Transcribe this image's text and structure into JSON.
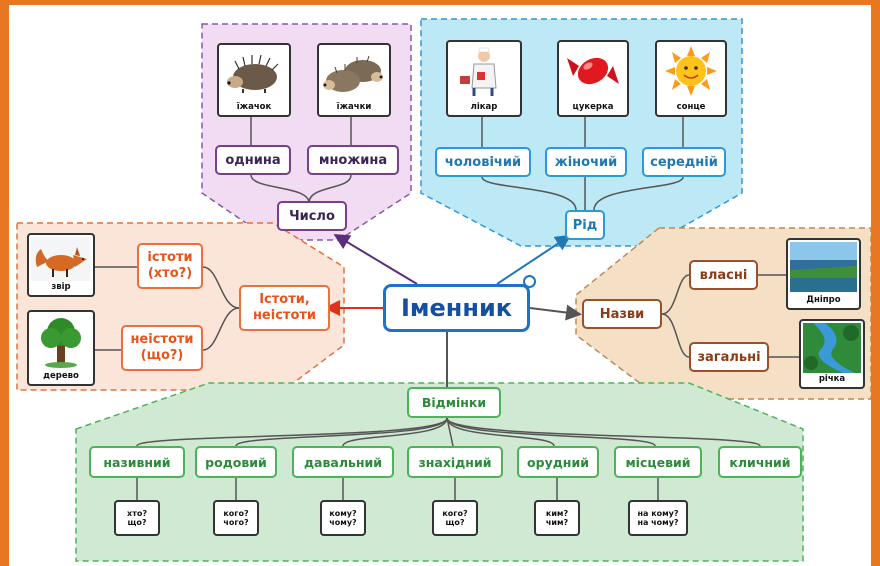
{
  "colors": {
    "frame": "#e87722",
    "center": "#1e73c8",
    "number_group": "#7a3e8f",
    "gender_group": "#2b9ad7",
    "animacy_group": "#e8703a",
    "names_group": "#9a4f2d",
    "cases_group": "#4fb25a"
  },
  "center": {
    "label": "Іменник"
  },
  "number": {
    "title": "Число",
    "singular": "однина",
    "plural": "множина",
    "singular_pic": {
      "caption": "їжачок",
      "icon": "hedgehog-icon"
    },
    "plural_pic": {
      "caption": "їжачки",
      "icon": "hedgehogs-icon"
    }
  },
  "gender": {
    "title": "Рід",
    "masculine": "чоловічий",
    "feminine": "жіночий",
    "neuter": "середній",
    "masculine_pic": {
      "caption": "лікар",
      "icon": "doctor-icon"
    },
    "feminine_pic": {
      "caption": "цукерка",
      "icon": "candy-icon"
    },
    "neuter_pic": {
      "caption": "сонце",
      "icon": "sun-icon"
    }
  },
  "animacy": {
    "title_line1": "Істоти,",
    "title_line2": "неістоти",
    "animate_line1": "істоти",
    "animate_line2": "(хто?)",
    "inanimate_line1": "неістоти",
    "inanimate_line2": "(що?)",
    "animate_pic": {
      "caption": "звір",
      "icon": "fox-icon"
    },
    "inanimate_pic": {
      "caption": "дерево",
      "icon": "tree-icon"
    }
  },
  "names": {
    "title": "Назви",
    "proper": "власні",
    "common": "загальні",
    "proper_pic": {
      "caption": "Дніпро",
      "icon": "river-dnipro-icon"
    },
    "common_pic": {
      "caption": "річка",
      "icon": "river-icon"
    }
  },
  "cases": {
    "title": "Відмінки",
    "items": [
      {
        "label": "називний",
        "question": "хто?\nщо?"
      },
      {
        "label": "родовий",
        "question": "кого?\nчого?"
      },
      {
        "label": "давальний",
        "question": "кому?\nчому?"
      },
      {
        "label": "знахідний",
        "question": "кого?\nщо?"
      },
      {
        "label": "орудний",
        "question": "ким?\nчим?"
      },
      {
        "label": "місцевий",
        "question": "на кому?\nна чому?"
      },
      {
        "label": "кличний",
        "question": ""
      }
    ]
  }
}
